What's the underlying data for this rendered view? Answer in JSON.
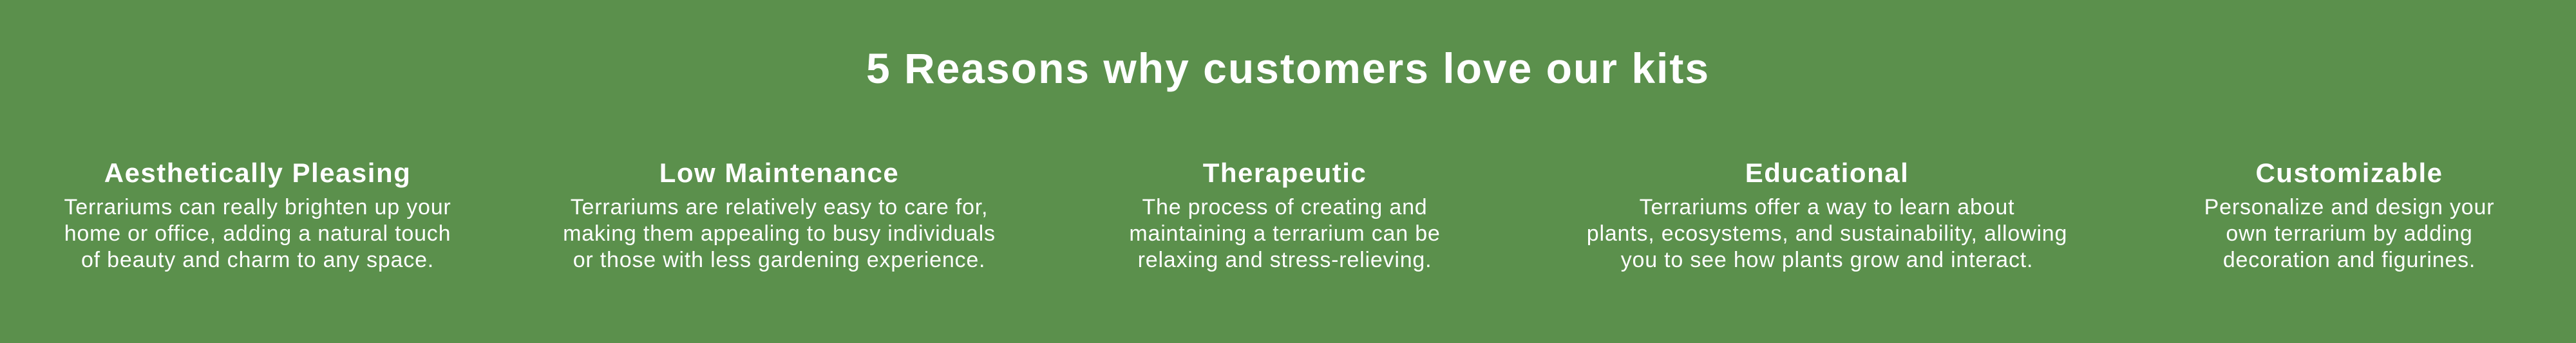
{
  "title": "5 Reasons why customers love our kits",
  "background_color": "#5b904c",
  "reasons": [
    {
      "heading": "Aesthetically Pleasing",
      "lines": [
        "Terrariums can really brighten up your",
        "home or office, adding a natural touch",
        "of beauty and charm to any space."
      ]
    },
    {
      "heading": "Low Maintenance",
      "lines": [
        "Terrariums are relatively easy to care for,",
        "making them appealing to busy individuals",
        "or those with less gardening experience."
      ]
    },
    {
      "heading": "Therapeutic",
      "lines": [
        "The process of creating and",
        "maintaining a terrarium can be",
        "relaxing and stress-relieving."
      ]
    },
    {
      "heading": "Educational",
      "lines": [
        "Terrariums offer a way to learn about",
        "plants, ecosystems, and sustainability, allowing",
        "you to see how plants grow and interact."
      ]
    },
    {
      "heading": "Customizable",
      "lines": [
        "Personalize and design your",
        "own terrarium by adding",
        "decoration and figurines."
      ]
    }
  ]
}
